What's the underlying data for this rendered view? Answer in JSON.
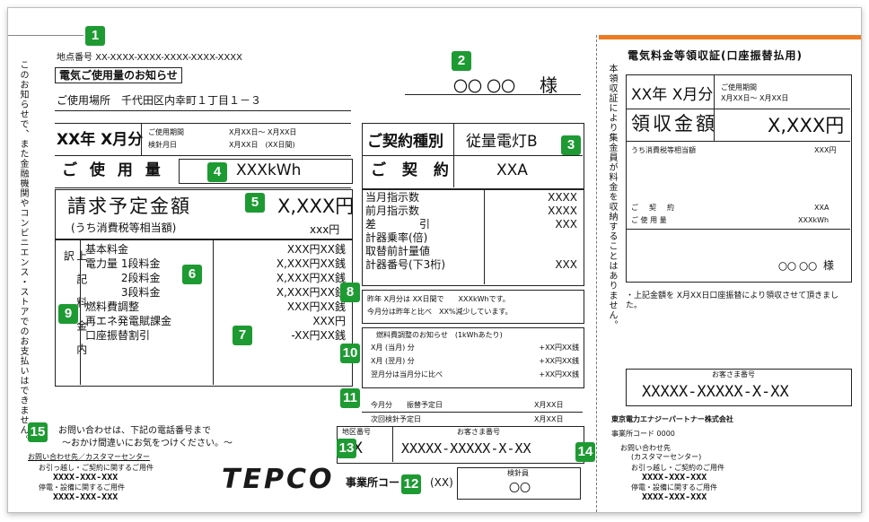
{
  "badges": [
    "1",
    "2",
    "3",
    "4",
    "5",
    "6",
    "7",
    "8",
    "9",
    "10",
    "11",
    "12",
    "13",
    "14",
    "15"
  ],
  "left": {
    "location_no": "地点番号 XX-XXXX-XXXX-XXXX-XXXX-XXXX",
    "doc_title": "電気ご使用量のお知らせ",
    "customer_name": "〇〇 〇〇",
    "honorific": "様",
    "place": "ご使用場所　千代田区内幸町１丁目１－３",
    "vertical_note": "このお知らせで、また金融機関やコンビニエンス・ストアでのお支払いはできません。",
    "month": "XX年 X月分",
    "period_label": "ご使用期間",
    "period_value": "X月XX日～ X月XX日",
    "meter_date_label": "検針月日",
    "meter_date_value": "X月XX日　(XX日間)",
    "usage_label": "ご 使 用 量",
    "usage_value": "XXXkWh",
    "contract_type_label": "ご契約種別",
    "contract_type_value": "従量電灯B",
    "contract_label": "ご 契 約",
    "contract_value": "XXA",
    "billing_label": "請求予定金額",
    "billing_value": "X,XXX円",
    "tax_label": "(うち消費税等相当額)",
    "tax_value": "xxx円",
    "breakdown_side": "上記料金内訳",
    "breakdown_rows": [
      {
        "label": "基本料金",
        "value": "XXX円XX銭"
      },
      {
        "label": "電力量 1段料金",
        "value": "X,XXX円XX銭"
      },
      {
        "label": "　　　 2段料金",
        "value": "X,XXX円XX銭"
      },
      {
        "label": "　　　 3段料金",
        "value": "X,XXX円XX銭"
      },
      {
        "label": "燃料費調整",
        "value": "XXX円XX銭"
      },
      {
        "label": "再エネ発電賦課金",
        "value": "XXX円"
      },
      {
        "label": "口座振替割引",
        "value": "-XX円XX銭"
      }
    ],
    "meter_rows": [
      {
        "label": "当月指示数",
        "value": "XXXX"
      },
      {
        "label": "前月指示数",
        "value": "XXXX"
      },
      {
        "label": "差　　　　引",
        "value": "XXX"
      },
      {
        "label": "計器乗率(倍)",
        "value": ""
      },
      {
        "label": "取替前計量値",
        "value": ""
      },
      {
        "label": "計器番号(下3桁)",
        "value": "XXX"
      }
    ],
    "compare_line1": "昨年 X月分は XX日間で　　XXXkWhです。",
    "compare_line2": "今月分は昨年と比べ　XX%減少しています。",
    "fuel_title": "燃料費調整のお知らせ　(1kWhあたり)",
    "fuel_rows": [
      {
        "label": "X月 (当月) 分",
        "value": "+XX円XX銭"
      },
      {
        "label": "X月 (翌月) 分",
        "value": "+XX円XX銭"
      },
      {
        "label": "翌月分は当月分に比べ",
        "value": "+XX円XX銭"
      }
    ],
    "transfer_date_label": "今月分　　振替予定日",
    "transfer_date_value": "X月XX日",
    "next_meter_label": "次回検針予定日",
    "next_meter_value": "X月XX日",
    "area_label": "地区番号",
    "area_value": "XX",
    "cust_no_label": "お客さま番号",
    "cust_no_value": "XXXXX-XXXXX-X-XX",
    "office_label": "事業所コード",
    "office_value": "(XX)",
    "meter_reader_label": "検針員",
    "meter_reader_value": "〇〇",
    "inquiry_line1": "お問い合わせは、下記の電話番号まで",
    "inquiry_line2": "～おかけ間違いにお気をつけください。～",
    "contact_title": "お問い合わせ先／カスタマーセンター",
    "contact_sub1": "お引っ越し・ご契約に関するご用件",
    "contact_tel1": "XXXX-XXX-XXX",
    "contact_sub2": "停電・設備に関するご用件",
    "contact_tel2": "XXXX-XXX-XXX",
    "logo": "TEPCO"
  },
  "right": {
    "title": "電気料金等領収証(口座振替払用)",
    "vertical_note": "本領収証により集金員が料金を収納することはありません。",
    "month": "XX年 X月分",
    "period_label": "ご使用期間",
    "period_value": "X月XX日～ X月XX日",
    "receipt_label": "領収金額",
    "receipt_value": "X,XXX円",
    "tax_label": "うち消費税等相当額",
    "tax_value": "XXX円",
    "contract_label": "ご　契　約",
    "contract_value": "XXA",
    "usage_label": "ご 使 用 量",
    "usage_value": "XXXkWh",
    "name": "〇〇 〇〇",
    "honorific": "様",
    "note": "・上記金額を X月XX日口座振替により領収させて頂きました。",
    "cust_no_label": "お客さま番号",
    "cust_no_value": "XXXXX-XXXXX-X-XX",
    "company": "東京電力エナジーパートナー株式会社",
    "office_code": "事業所コード 0000",
    "contact_title": "お問い合わせ先",
    "contact_center": "(カスタマーセンター)",
    "contact_sub1": "お引っ越し・ご契約のご用件",
    "contact_tel1": "XXXX-XXX-XXX",
    "contact_sub2": "停電・設備に関するご用件",
    "contact_tel2": "XXXX-XXX-XXX"
  },
  "colors": {
    "badge": "#1e9a33",
    "accent": "#ee7b21"
  }
}
